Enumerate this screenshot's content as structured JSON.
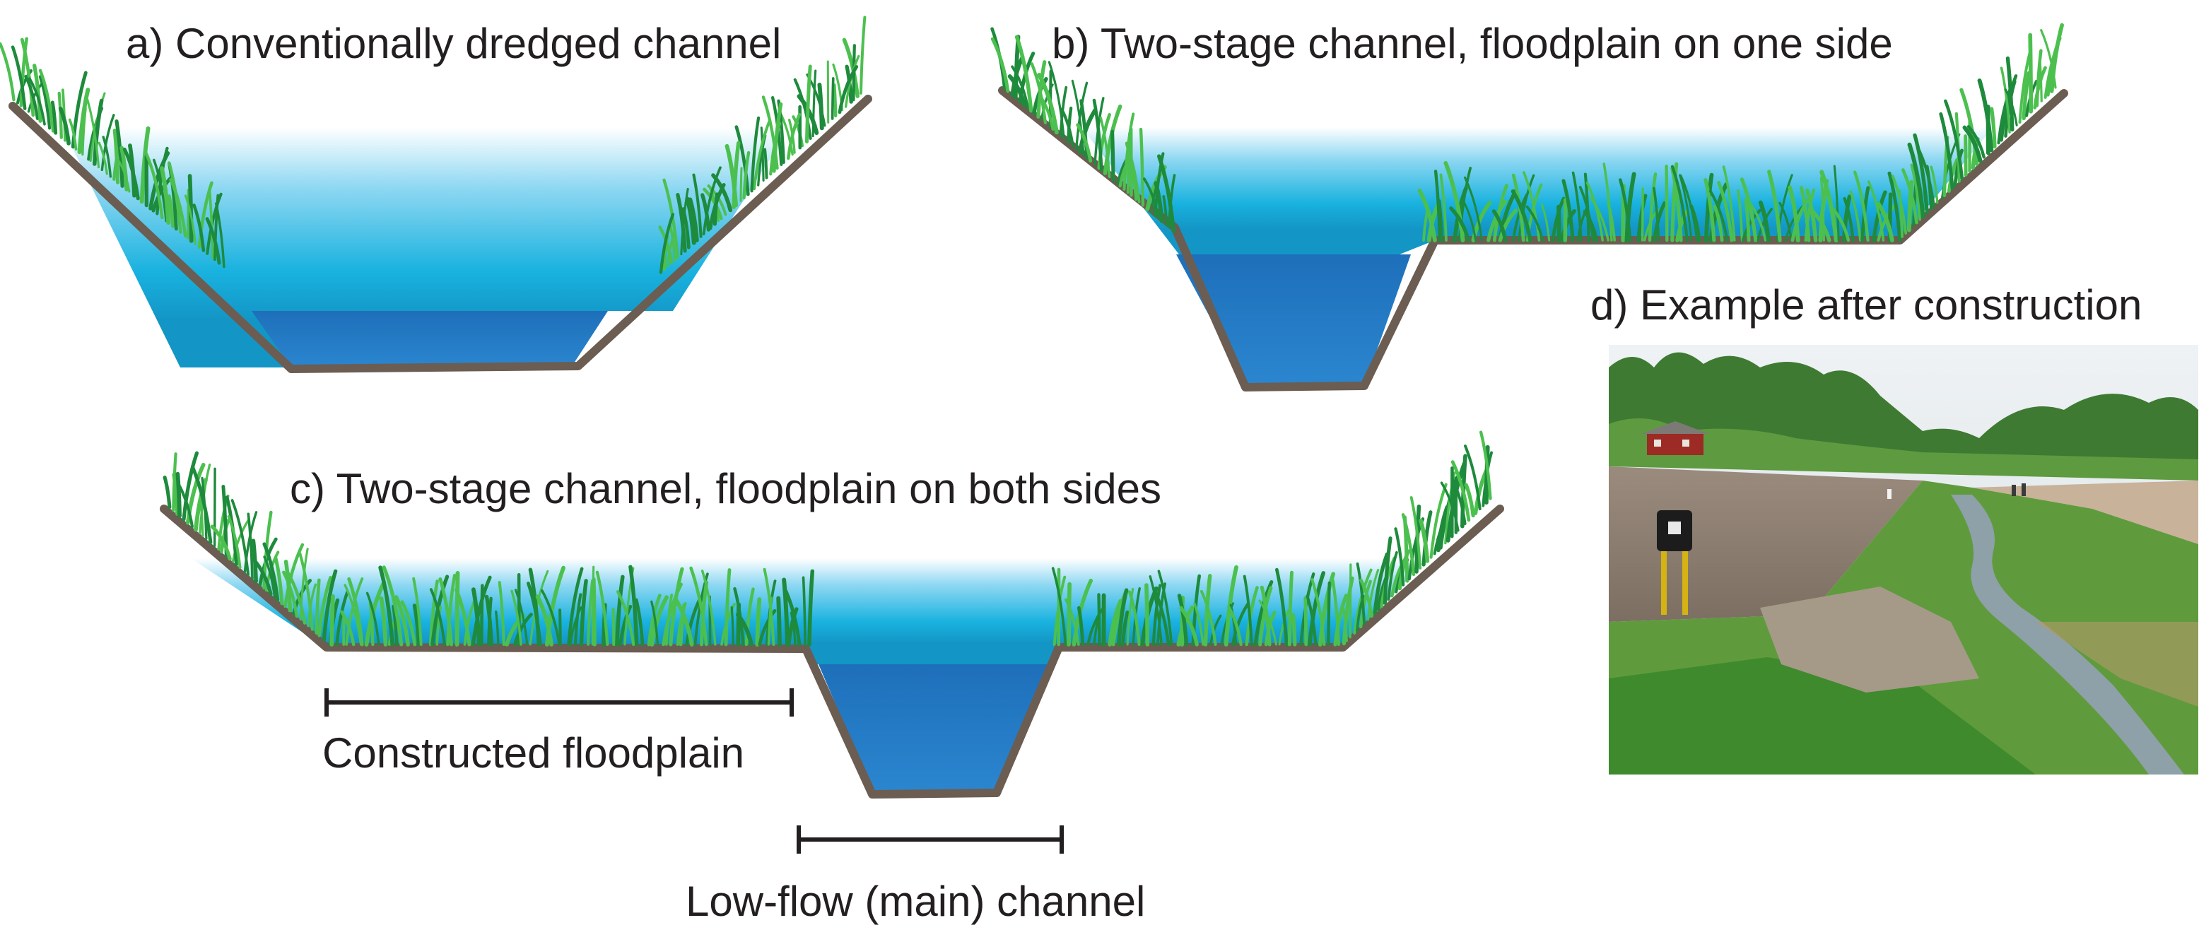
{
  "panels": {
    "a": {
      "title": "a) Conventionally dredged channel"
    },
    "b": {
      "title": "b) Two-stage channel, floodplain on one side"
    },
    "c": {
      "title": "c) Two-stage channel, floodplain on both sides",
      "floodplain_label": "Constructed floodplain",
      "main_channel_label": "Low-flow (main) channel"
    },
    "d": {
      "title": "d) Example after construction"
    }
  },
  "colors": {
    "soil": "#6b5d52",
    "grass_dark": "#1e8a3c",
    "grass_light": "#4cc04f",
    "water_top": "#ffffff",
    "water_mid": "#1fb3e0",
    "water_deep": "#1e6fba",
    "water_base": "#2b86cf",
    "ink": "#231f20"
  }
}
